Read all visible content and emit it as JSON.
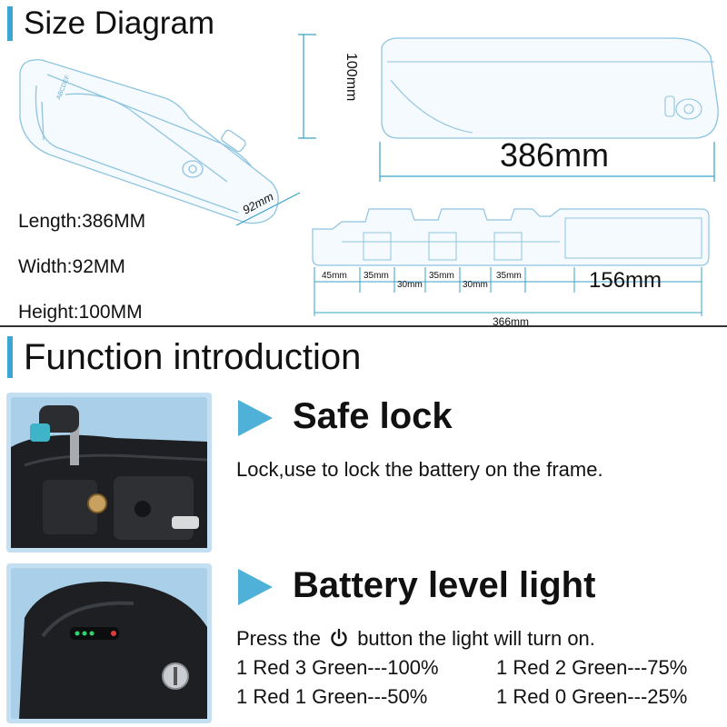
{
  "size_section": {
    "title": "Size Diagram",
    "specs": [
      "Length:386MM",
      "Width:92MM",
      "Height:100MM"
    ],
    "iso_width_label": "92mm",
    "height_label": "100mm",
    "length_label": "386mm",
    "bottom_view": {
      "segments": [
        "45mm",
        "35mm",
        "30mm",
        "35mm",
        "30mm",
        "35mm"
      ],
      "right_label": "156mm",
      "total_label": "366mm"
    }
  },
  "function_section": {
    "title": "Function introduction",
    "features": [
      {
        "title": "Safe lock",
        "description": "Lock,use to lock the battery on the frame."
      },
      {
        "title": "Battery level light",
        "description_pre": "Press the",
        "description_post": "button the light will turn on.",
        "levels": [
          "1 Red 3 Green---100%",
          "1 Red 2 Green---75%",
          "1 Red 1 Green---50%",
          "1 Red 0 Green---25%"
        ]
      }
    ]
  },
  "colors": {
    "accent": "#3ba6cf",
    "arrow": "#4fb0d8",
    "dimension_line": "#3aa0c8",
    "photo_frame": "#b9d6ee",
    "battery_body": "#1d1f22"
  },
  "icons": [
    "power-icon",
    "lock-key-icon",
    "led-indicator-icon",
    "keyhole-icon"
  ]
}
